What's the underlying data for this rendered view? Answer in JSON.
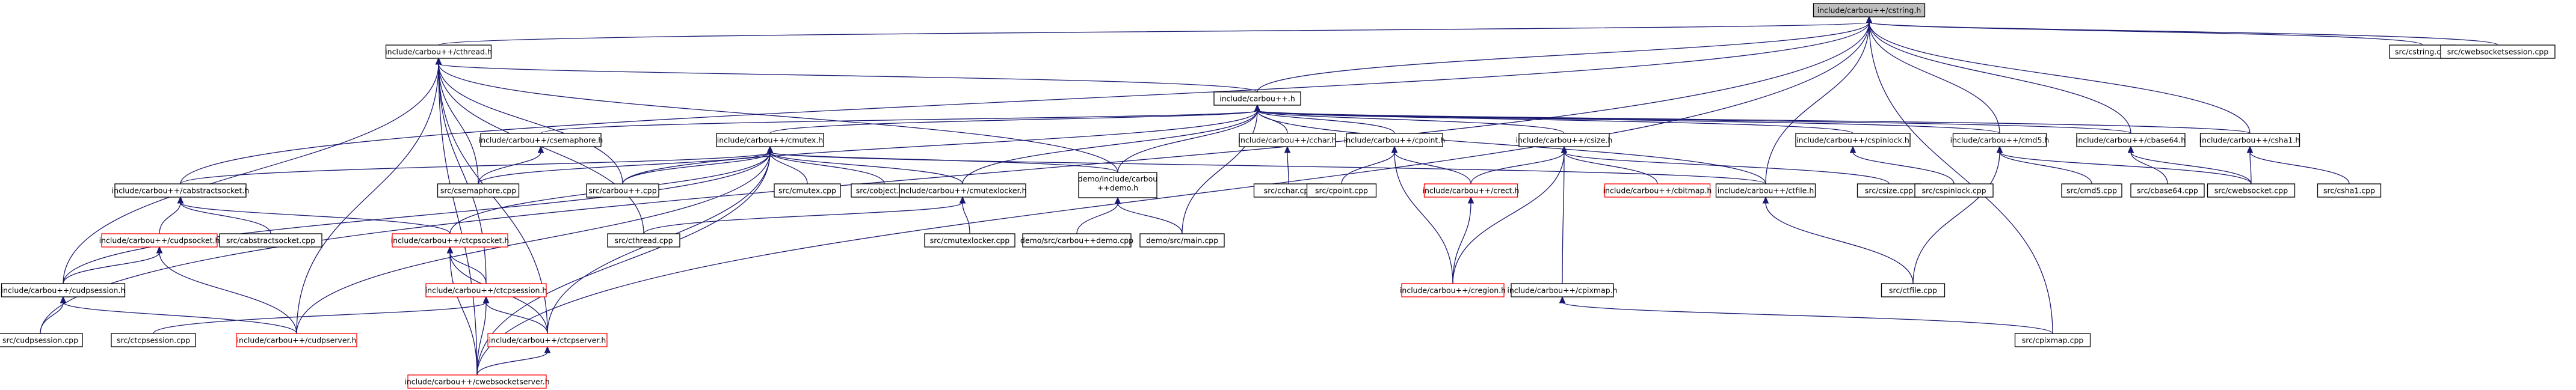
{
  "diagram": {
    "title": "",
    "edge_color": "#191970",
    "border_default": "#000000",
    "border_missing": "#ff0000",
    "focus_fill": "#bfbfbf",
    "nodes": [
      {
        "id": "cstring_h",
        "label": "include/carbou++/cstring.h",
        "focus": true
      },
      {
        "id": "cthread_h",
        "label": "include/carbou++/cthread.h"
      },
      {
        "id": "cstring_cpp",
        "label": "src/cstring.cpp"
      },
      {
        "id": "cwebsocketsession_cpp",
        "label": "src/cwebsocketsession.cpp"
      },
      {
        "id": "carbou_h",
        "label": "include/carbou++.h"
      },
      {
        "id": "csemaphore_h",
        "label": "include/carbou++/csemaphore.h"
      },
      {
        "id": "cmutex_h",
        "label": "include/carbou++/cmutex.h"
      },
      {
        "id": "cchar_h",
        "label": "include/carbou++/cchar.h"
      },
      {
        "id": "cpoint_h",
        "label": "include/carbou++/cpoint.h"
      },
      {
        "id": "csize_h",
        "label": "include/carbou++/csize.h"
      },
      {
        "id": "cspinlock_h",
        "label": "include/carbou++/cspinlock.h"
      },
      {
        "id": "cmd5_h",
        "label": "include/carbou++/cmd5.h"
      },
      {
        "id": "cbase64_h",
        "label": "include/carbou++/cbase64.h"
      },
      {
        "id": "csha1_h",
        "label": "include/carbou++/csha1.h"
      },
      {
        "id": "cabstractsocket_h",
        "label": "include/carbou++/cabstractsocket.h"
      },
      {
        "id": "csemaphore_cpp",
        "label": "src/csemaphore.cpp"
      },
      {
        "id": "carbou_cpp",
        "label": "src/carbou++.cpp"
      },
      {
        "id": "cmutex_cpp",
        "label": "src/cmutex.cpp"
      },
      {
        "id": "cobject_cpp",
        "label": "src/cobject.cpp"
      },
      {
        "id": "cmutexlocker_h",
        "label": "include/carbou++/cmutexlocker.h"
      },
      {
        "id": "demo_h",
        "label": "demo/include/carbou++demo.h",
        "lines": [
          "demo/include/carbou",
          "++demo.h"
        ]
      },
      {
        "id": "cchar_cpp",
        "label": "src/cchar.cpp"
      },
      {
        "id": "cpoint_cpp",
        "label": "src/cpoint.cpp"
      },
      {
        "id": "crect_h",
        "label": "include/carbou++/crect.h",
        "missing": true
      },
      {
        "id": "cbitmap_h",
        "label": "include/carbou++/cbitmap.h",
        "missing": true
      },
      {
        "id": "csize_cpp",
        "label": "src/csize.cpp"
      },
      {
        "id": "ctfile_h",
        "label": "include/carbou++/ctfile.h"
      },
      {
        "id": "cspinlock_cpp",
        "label": "src/cspinlock.cpp"
      },
      {
        "id": "cmd5_cpp",
        "label": "src/cmd5.cpp"
      },
      {
        "id": "cbase64_cpp",
        "label": "src/cbase64.cpp"
      },
      {
        "id": "cwebsocket_cpp",
        "label": "src/cwebsocket.cpp"
      },
      {
        "id": "csha1_cpp",
        "label": "src/csha1.cpp"
      },
      {
        "id": "cudpsocket_h",
        "label": "include/carbou++/cudpsocket.h",
        "missing": true
      },
      {
        "id": "cabstractsocket_cpp",
        "label": "src/cabstractsocket.cpp"
      },
      {
        "id": "ctcpsocket_h",
        "label": "include/carbou++/ctcpsocket.h",
        "missing": true
      },
      {
        "id": "cthread_cpp",
        "label": "src/cthread.cpp"
      },
      {
        "id": "cmutexlocker_cpp",
        "label": "src/cmutexlocker.cpp"
      },
      {
        "id": "demo_cpp",
        "label": "demo/src/carbou++demo.cpp"
      },
      {
        "id": "demo_main_cpp",
        "label": "demo/src/main.cpp"
      },
      {
        "id": "cregion_h",
        "label": "include/carbou++/cregion.h",
        "missing": true
      },
      {
        "id": "cpixmap_h",
        "label": "include/carbou++/cpixmap.h"
      },
      {
        "id": "ctfile_cpp",
        "label": "src/ctfile.cpp"
      },
      {
        "id": "cudpsession_h",
        "label": "include/carbou++/cudpsession.h"
      },
      {
        "id": "ctcpsession_h",
        "label": "include/carbou++/ctcpsession.h",
        "missing": true
      },
      {
        "id": "cpixmap_cpp",
        "label": "src/cpixmap.cpp"
      },
      {
        "id": "cudpsession_cpp",
        "label": "src/cudpsession.cpp"
      },
      {
        "id": "ctcpsession_cpp",
        "label": "src/ctcpsession.cpp"
      },
      {
        "id": "cudpserver_h",
        "label": "include/carbou++/cudpserver.h",
        "missing": true
      },
      {
        "id": "ctcpserver_h",
        "label": "include/carbou++/ctcpserver.h",
        "missing": true
      },
      {
        "id": "cwebsocketserver_h",
        "label": "include/carbou++/cwebsocketserver.h",
        "missing": true
      }
    ],
    "edges": [
      [
        "cstring_h",
        "cthread_h"
      ],
      [
        "cstring_h",
        "carbou_h"
      ],
      [
        "cstring_h",
        "cabstractsocket_h"
      ],
      [
        "cstring_h",
        "cudpsession_cpp"
      ],
      [
        "cstring_h",
        "cstring_cpp"
      ],
      [
        "cstring_h",
        "cwebsocketsession_cpp"
      ],
      [
        "cstring_h",
        "ctfile_h"
      ],
      [
        "cstring_h",
        "cmd5_h"
      ],
      [
        "cstring_h",
        "cbase64_h"
      ],
      [
        "cstring_h",
        "csha1_h"
      ],
      [
        "cstring_h",
        "cpixmap_cpp"
      ],
      [
        "cstring_h",
        "cwebsocketserver_h"
      ],
      [
        "cthread_h",
        "carbou_h"
      ],
      [
        "cthread_h",
        "csemaphore_cpp"
      ],
      [
        "cthread_h",
        "carbou_cpp"
      ],
      [
        "cthread_h",
        "cthread_cpp"
      ],
      [
        "cthread_h",
        "demo_h"
      ],
      [
        "cthread_h",
        "cudpsession_h"
      ],
      [
        "cthread_h",
        "cudpserver_h"
      ],
      [
        "cthread_h",
        "ctcpsession_h"
      ],
      [
        "cthread_h",
        "ctcpserver_h"
      ],
      [
        "cthread_h",
        "cwebsocketserver_h"
      ],
      [
        "carbou_h",
        "csemaphore_h"
      ],
      [
        "carbou_h",
        "cmutex_h"
      ],
      [
        "carbou_h",
        "cchar_h"
      ],
      [
        "carbou_h",
        "cpoint_h"
      ],
      [
        "carbou_h",
        "csize_h"
      ],
      [
        "carbou_h",
        "cspinlock_h"
      ],
      [
        "carbou_h",
        "cmd5_h"
      ],
      [
        "carbou_h",
        "cbase64_h"
      ],
      [
        "carbou_h",
        "csha1_h"
      ],
      [
        "carbou_h",
        "carbou_cpp"
      ],
      [
        "carbou_h",
        "demo_h"
      ],
      [
        "carbou_h",
        "demo_main_cpp"
      ],
      [
        "carbou_h",
        "cmutexlocker_h"
      ],
      [
        "carbou_h",
        "ctfile_h"
      ],
      [
        "csemaphore_h",
        "csemaphore_cpp"
      ],
      [
        "cmutex_h",
        "cabstractsocket_h"
      ],
      [
        "cmutex_h",
        "csemaphore_cpp"
      ],
      [
        "cmutex_h",
        "carbou_cpp"
      ],
      [
        "cmutex_h",
        "cmutex_cpp"
      ],
      [
        "cmutex_h",
        "cobject_cpp"
      ],
      [
        "cmutex_h",
        "cmutexlocker_h"
      ],
      [
        "cmutex_h",
        "demo_h"
      ],
      [
        "cmutex_h",
        "cudpsession_h"
      ],
      [
        "cmutex_h",
        "ctcpsocket_h"
      ],
      [
        "cmutex_h",
        "cudpserver_h"
      ],
      [
        "cmutex_h",
        "ctcpserver_h"
      ],
      [
        "cmutex_h",
        "cwebsocketserver_h"
      ],
      [
        "cmutex_h",
        "ctfile_h"
      ],
      [
        "cchar_h",
        "cchar_cpp"
      ],
      [
        "cpoint_h",
        "cpoint_cpp"
      ],
      [
        "cpoint_h",
        "crect_h"
      ],
      [
        "cpoint_h",
        "cregion_h"
      ],
      [
        "csize_h",
        "crect_h"
      ],
      [
        "csize_h",
        "cbitmap_h"
      ],
      [
        "csize_h",
        "csize_cpp"
      ],
      [
        "csize_h",
        "cregion_h"
      ],
      [
        "csize_h",
        "cpixmap_h"
      ],
      [
        "cspinlock_h",
        "cspinlock_cpp"
      ],
      [
        "cmd5_h",
        "cmd5_cpp"
      ],
      [
        "cmd5_h",
        "ctfile_cpp"
      ],
      [
        "cmd5_h",
        "cwebsocket_cpp"
      ],
      [
        "cbase64_h",
        "cbase64_cpp"
      ],
      [
        "cbase64_h",
        "cwebsocket_cpp"
      ],
      [
        "csha1_h",
        "cwebsocket_cpp"
      ],
      [
        "csha1_h",
        "csha1_cpp"
      ],
      [
        "cabstractsocket_h",
        "cudpsocket_h"
      ],
      [
        "cabstractsocket_h",
        "cabstractsocket_cpp"
      ],
      [
        "cabstractsocket_h",
        "ctcpsocket_h"
      ],
      [
        "cmutexlocker_h",
        "cmutexlocker_cpp"
      ],
      [
        "cmutexlocker_h",
        "cthread_cpp"
      ],
      [
        "demo_h",
        "demo_cpp"
      ],
      [
        "demo_h",
        "demo_main_cpp"
      ],
      [
        "crect_h",
        "cregion_h"
      ],
      [
        "cpixmap_h",
        "cpixmap_cpp"
      ],
      [
        "ctfile_h",
        "ctfile_cpp"
      ],
      [
        "cudpsocket_h",
        "cudpsession_h"
      ],
      [
        "cudpsocket_h",
        "cudpserver_h"
      ],
      [
        "ctcpsocket_h",
        "ctcpsession_h"
      ],
      [
        "ctcpsocket_h",
        "ctcpserver_h"
      ],
      [
        "ctcpsocket_h",
        "cwebsocketserver_h"
      ],
      [
        "cudpsession_h",
        "cudpsession_cpp"
      ],
      [
        "cudpsession_h",
        "cudpserver_h"
      ],
      [
        "ctcpsession_h",
        "ctcpsession_cpp"
      ],
      [
        "ctcpsession_h",
        "ctcpserver_h"
      ],
      [
        "ctcpsession_h",
        "cwebsocketserver_h"
      ],
      [
        "ctcpserver_h",
        "cwebsocketserver_h"
      ]
    ]
  }
}
